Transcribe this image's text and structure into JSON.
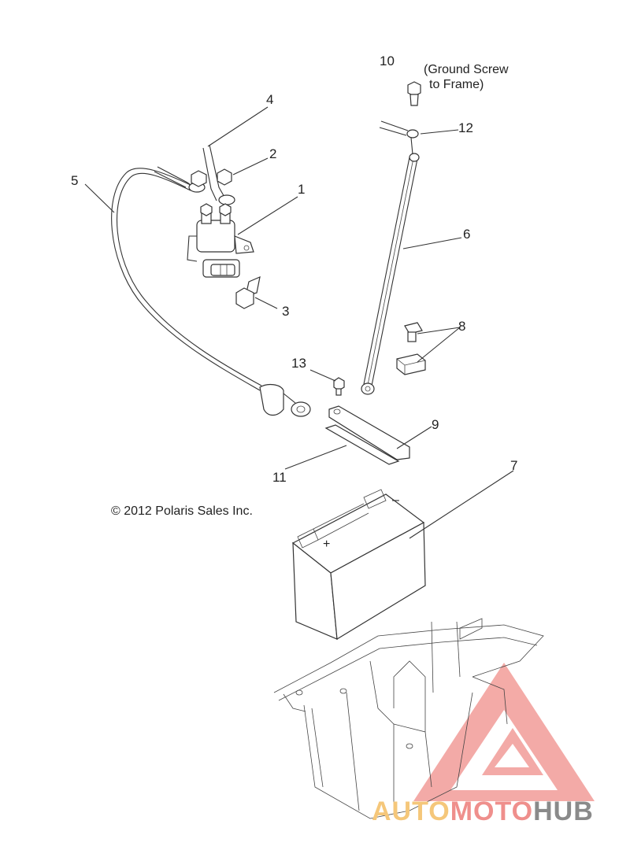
{
  "callouts": {
    "c1": "1",
    "c2": "2",
    "c3": "3",
    "c4": "4",
    "c5": "5",
    "c6": "6",
    "c7": "7",
    "c8": "8",
    "c9": "9",
    "c10": "10",
    "c11": "11",
    "c12": "12",
    "c13": "13"
  },
  "note_ground_line1": "(Ground Screw",
  "note_ground_line2": "to Frame)",
  "battery_minus": "–",
  "battery_plus": "+",
  "copyright": "© 2012 Polaris Sales Inc.",
  "watermark": {
    "part1": "AUTO",
    "part2": "MOTO",
    "part3": "HUB",
    "color_light": "#f5c77a",
    "color_mid": "#ef8f8c",
    "color_dark": "#8a8a8a"
  }
}
